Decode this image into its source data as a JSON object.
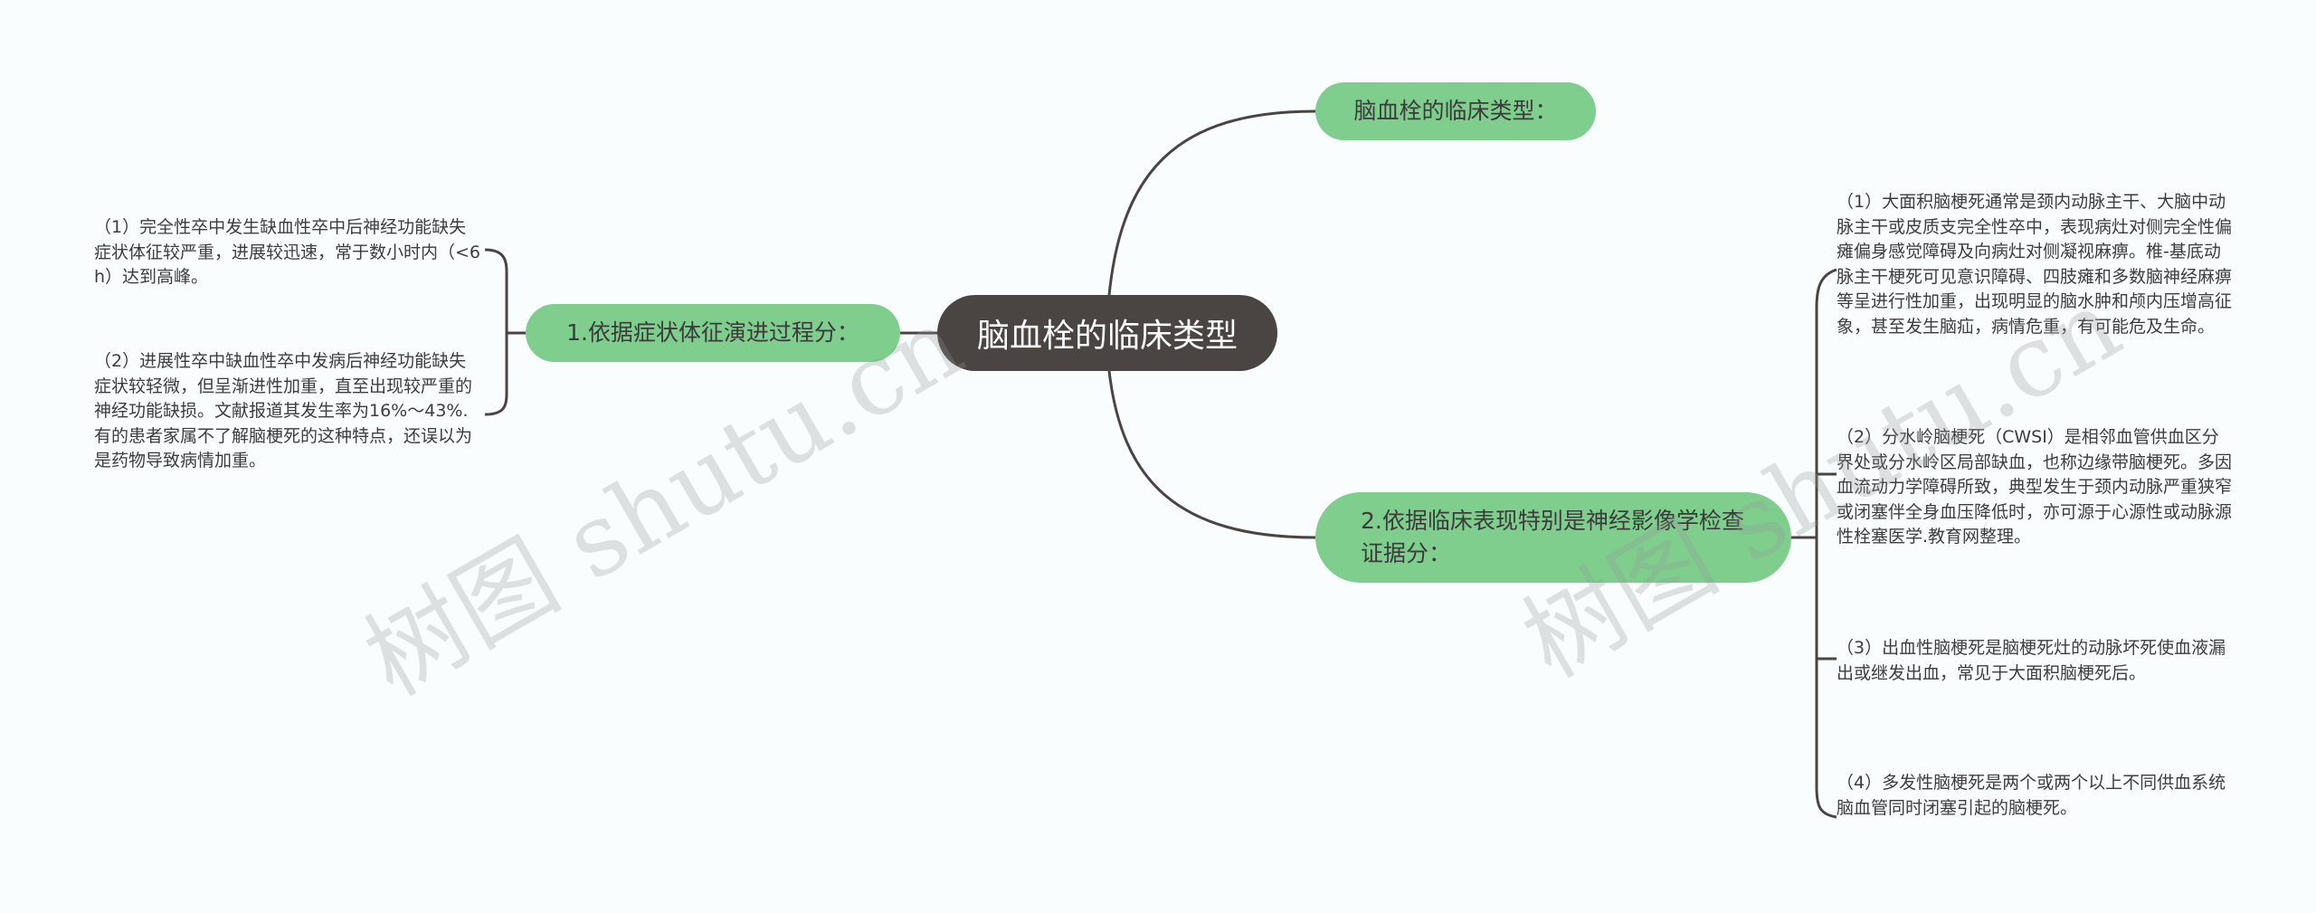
{
  "root": {
    "label": "脑血栓的临床类型"
  },
  "branches": {
    "top": {
      "label": "脑血栓的临床类型："
    },
    "left": {
      "label": "1.依据症状体征演进过程分：",
      "items": [
        "（1）完全性卒中发生缺血性卒中后神经功能缺失症状体征较严重，进展较迅速，常于数小时内（<6h）达到高峰。",
        "（2）进展性卒中缺血性卒中发病后神经功能缺失症状较轻微，但呈渐进性加重，直至出现较严重的神经功能缺损。文献报道其发生率为16%～43%.有的患者家属不了解脑梗死的这种特点，还误以为是药物导致病情加重。"
      ]
    },
    "right": {
      "label": "2.依据临床表现特别是神经影像学检查证据分：",
      "items": [
        "（1）大面积脑梗死通常是颈内动脉主干、大脑中动脉主干或皮质支完全性卒中，表现病灶对侧完全性偏瘫偏身感觉障碍及向病灶对侧凝视麻痹。椎-基底动脉主干梗死可见意识障碍、四肢瘫和多数脑神经麻痹等呈进行性加重，出现明显的脑水肿和颅内压增高征象，甚至发生脑疝，病情危重，有可能危及生命。",
        "（2）分水岭脑梗死（CWSI）是相邻血管供血区分界处或分水岭区局部缺血，也称边缘带脑梗死。多因血流动力学障碍所致，典型发生于颈内动脉严重狭窄或闭塞伴全身血压降低时，亦可源于心源性或动脉源性栓塞医学.教育网整理。",
        "（3）出血性脑梗死是脑梗死灶的动脉坏死使血液漏出或继发出血，常见于大面积脑梗死后。",
        "（4）多发性脑梗死是两个或两个以上不同供血系统脑血管同时闭塞引起的脑梗死。"
      ]
    }
  },
  "watermark": "树图 shutu.cn",
  "colors": {
    "root_bg": "#4a4443",
    "branch_bg": "#7fce8e",
    "line": "#4a4443",
    "background": "#f9fdfe"
  }
}
